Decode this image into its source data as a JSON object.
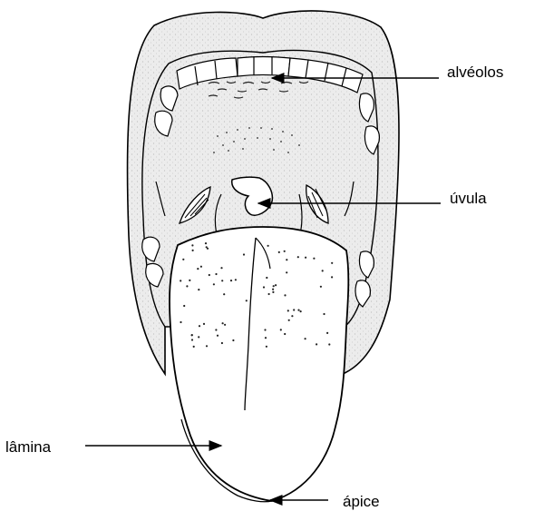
{
  "labels": {
    "alveolos": "alvéolos",
    "uvula": "úvula",
    "lamina": "lâmina",
    "apice": "ápice"
  },
  "colors": {
    "ink": "#000000",
    "mouth_shade": "#e6e6e6",
    "paper": "#ffffff"
  }
}
